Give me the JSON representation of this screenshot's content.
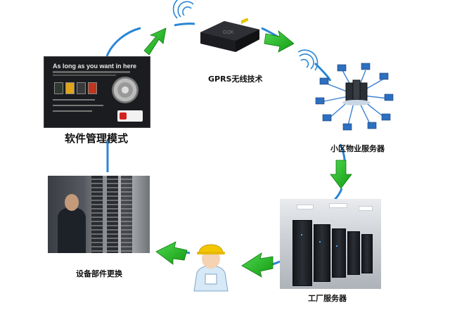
{
  "labels": {
    "gprs": "GPRS无线技术",
    "software_mode": "软件管理模式",
    "community_server": "小区物业服务器",
    "factory_server": "工厂服务器",
    "equipment_replace": "设备部件更换"
  },
  "software_screen": {
    "headline": "As long as you want in here"
  },
  "colors": {
    "arrow_green": "#1fb81f",
    "circle_blue": "#2a86d6",
    "helmet_yellow": "#f2c500"
  }
}
